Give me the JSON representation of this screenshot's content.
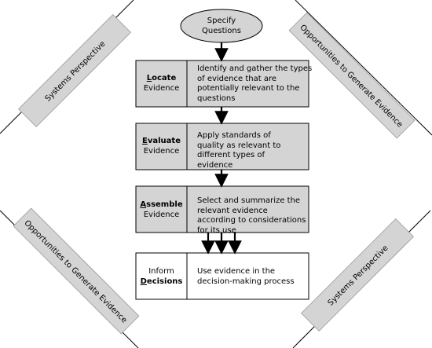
{
  "start": {
    "label_line1": "Specify",
    "label_line2": "Questions"
  },
  "steps": [
    {
      "initial": "L",
      "word_rest": "ocate",
      "second": "Evidence",
      "desc": "Identify and gather the types of evidence that are potentially relevant to the questions"
    },
    {
      "initial": "E",
      "word_rest": "valuate",
      "second": "Evidence",
      "desc": "Apply standards of quality as relevant to different types of evidence"
    },
    {
      "initial": "A",
      "word_rest": "ssemble",
      "second": "Evidence",
      "desc": "Select and summarize the relevant evidence according to considerations for its use"
    },
    {
      "first": "Inform",
      "initial": "D",
      "word_rest": "ecisions",
      "desc": "Use evidence in the decision-making process"
    }
  ],
  "banners": {
    "top_left": "Systems Perspective",
    "top_right": "Opportunities to Generate Evidence",
    "bottom_left": "Opportunities to Generate Evidence",
    "bottom_right": "Systems Perspective"
  },
  "colors": {
    "box_fill": "#d4d4d4",
    "banner_fill": "#d4d4d4",
    "line": "#000000"
  }
}
